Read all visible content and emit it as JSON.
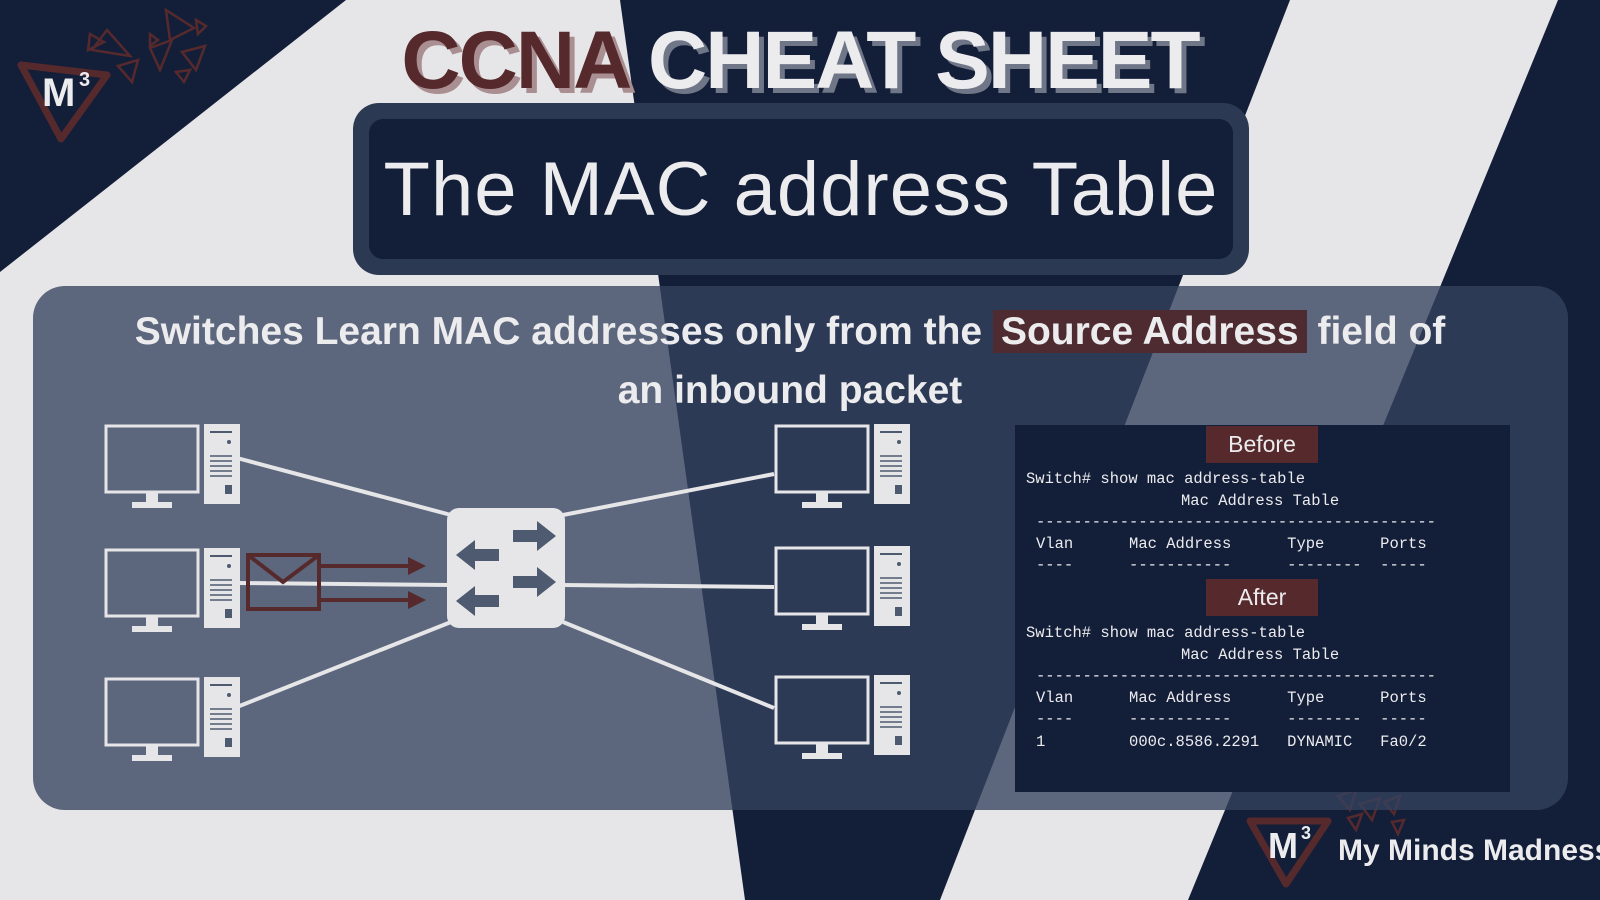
{
  "title": {
    "part1": "CCNA",
    "part2": "CHEAT SHEET"
  },
  "subtitle": "The MAC address Table",
  "headline": {
    "line1_pre": "Switches Learn MAC addresses only from the",
    "highlight": "Source Address",
    "line1_post": "field of",
    "line2": "an inbound packet"
  },
  "logo": {
    "mark": "M",
    "superscript": "3"
  },
  "footer": {
    "brand": "My Minds Madness"
  },
  "terminal": {
    "before": {
      "badge": "Before",
      "command": "Switch# show mac address-table",
      "table_title": "Mac Address Table",
      "divider": "-------------------------------------------",
      "header": "Vlan      Mac Address      Type      Ports",
      "underline": "----      -----------      --------  -----"
    },
    "after": {
      "badge": "After",
      "command": "Switch# show mac address-table",
      "table_title": "Mac Address Table",
      "divider": "-------------------------------------------",
      "header": "Vlan      Mac Address      Type      Ports",
      "underline": "----      -----------      --------  -----",
      "row": "1         000c.8586.2291   DYNAMIC   Fa0/2"
    }
  },
  "diagram": {
    "left_hosts": 3,
    "right_hosts": 3,
    "sender_host": "left-2",
    "icons": [
      "computer-icon",
      "switch-icon",
      "envelope-icon"
    ]
  },
  "colors": {
    "navy": "#131e39",
    "light_gray": "#e6e6e8",
    "maroon": "#562a2c",
    "panel": "#4e5a70",
    "text": "#ececee"
  }
}
